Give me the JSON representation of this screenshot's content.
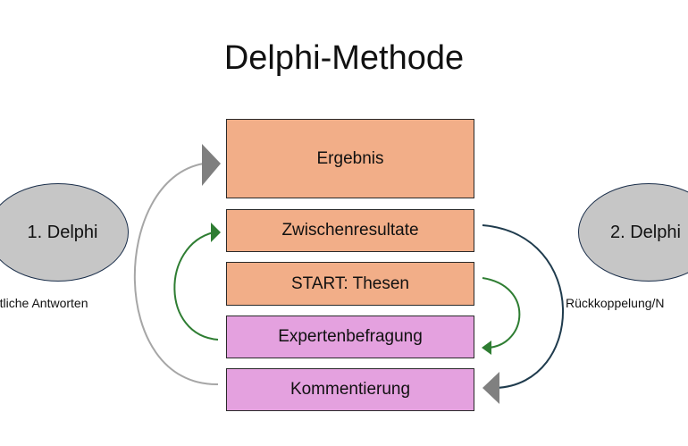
{
  "title": "Delphi-Methode",
  "stack": [
    {
      "label": "Ergebnis",
      "color": "#f2ae88"
    },
    {
      "label": "Zwischenresultate",
      "color": "#f2ae88"
    },
    {
      "label": "START: Thesen",
      "color": "#f2ae88"
    },
    {
      "label": "Expertenbefragung",
      "color": "#e4a1df"
    },
    {
      "label": "Kommentierung",
      "color": "#e4a1df"
    }
  ],
  "left_round": {
    "label": "1. Delphi",
    "caption": "riftliche Antworten"
  },
  "right_round": {
    "label": "2. Delphi",
    "caption": "Rückkoppelung/N"
  },
  "colors": {
    "outer_left_arrow": "#a6a6a6",
    "inner_left_arrow": "#2e7d32",
    "inner_right_arrow": "#2e7d32",
    "outer_right_arrow": "#1f3b4d"
  }
}
